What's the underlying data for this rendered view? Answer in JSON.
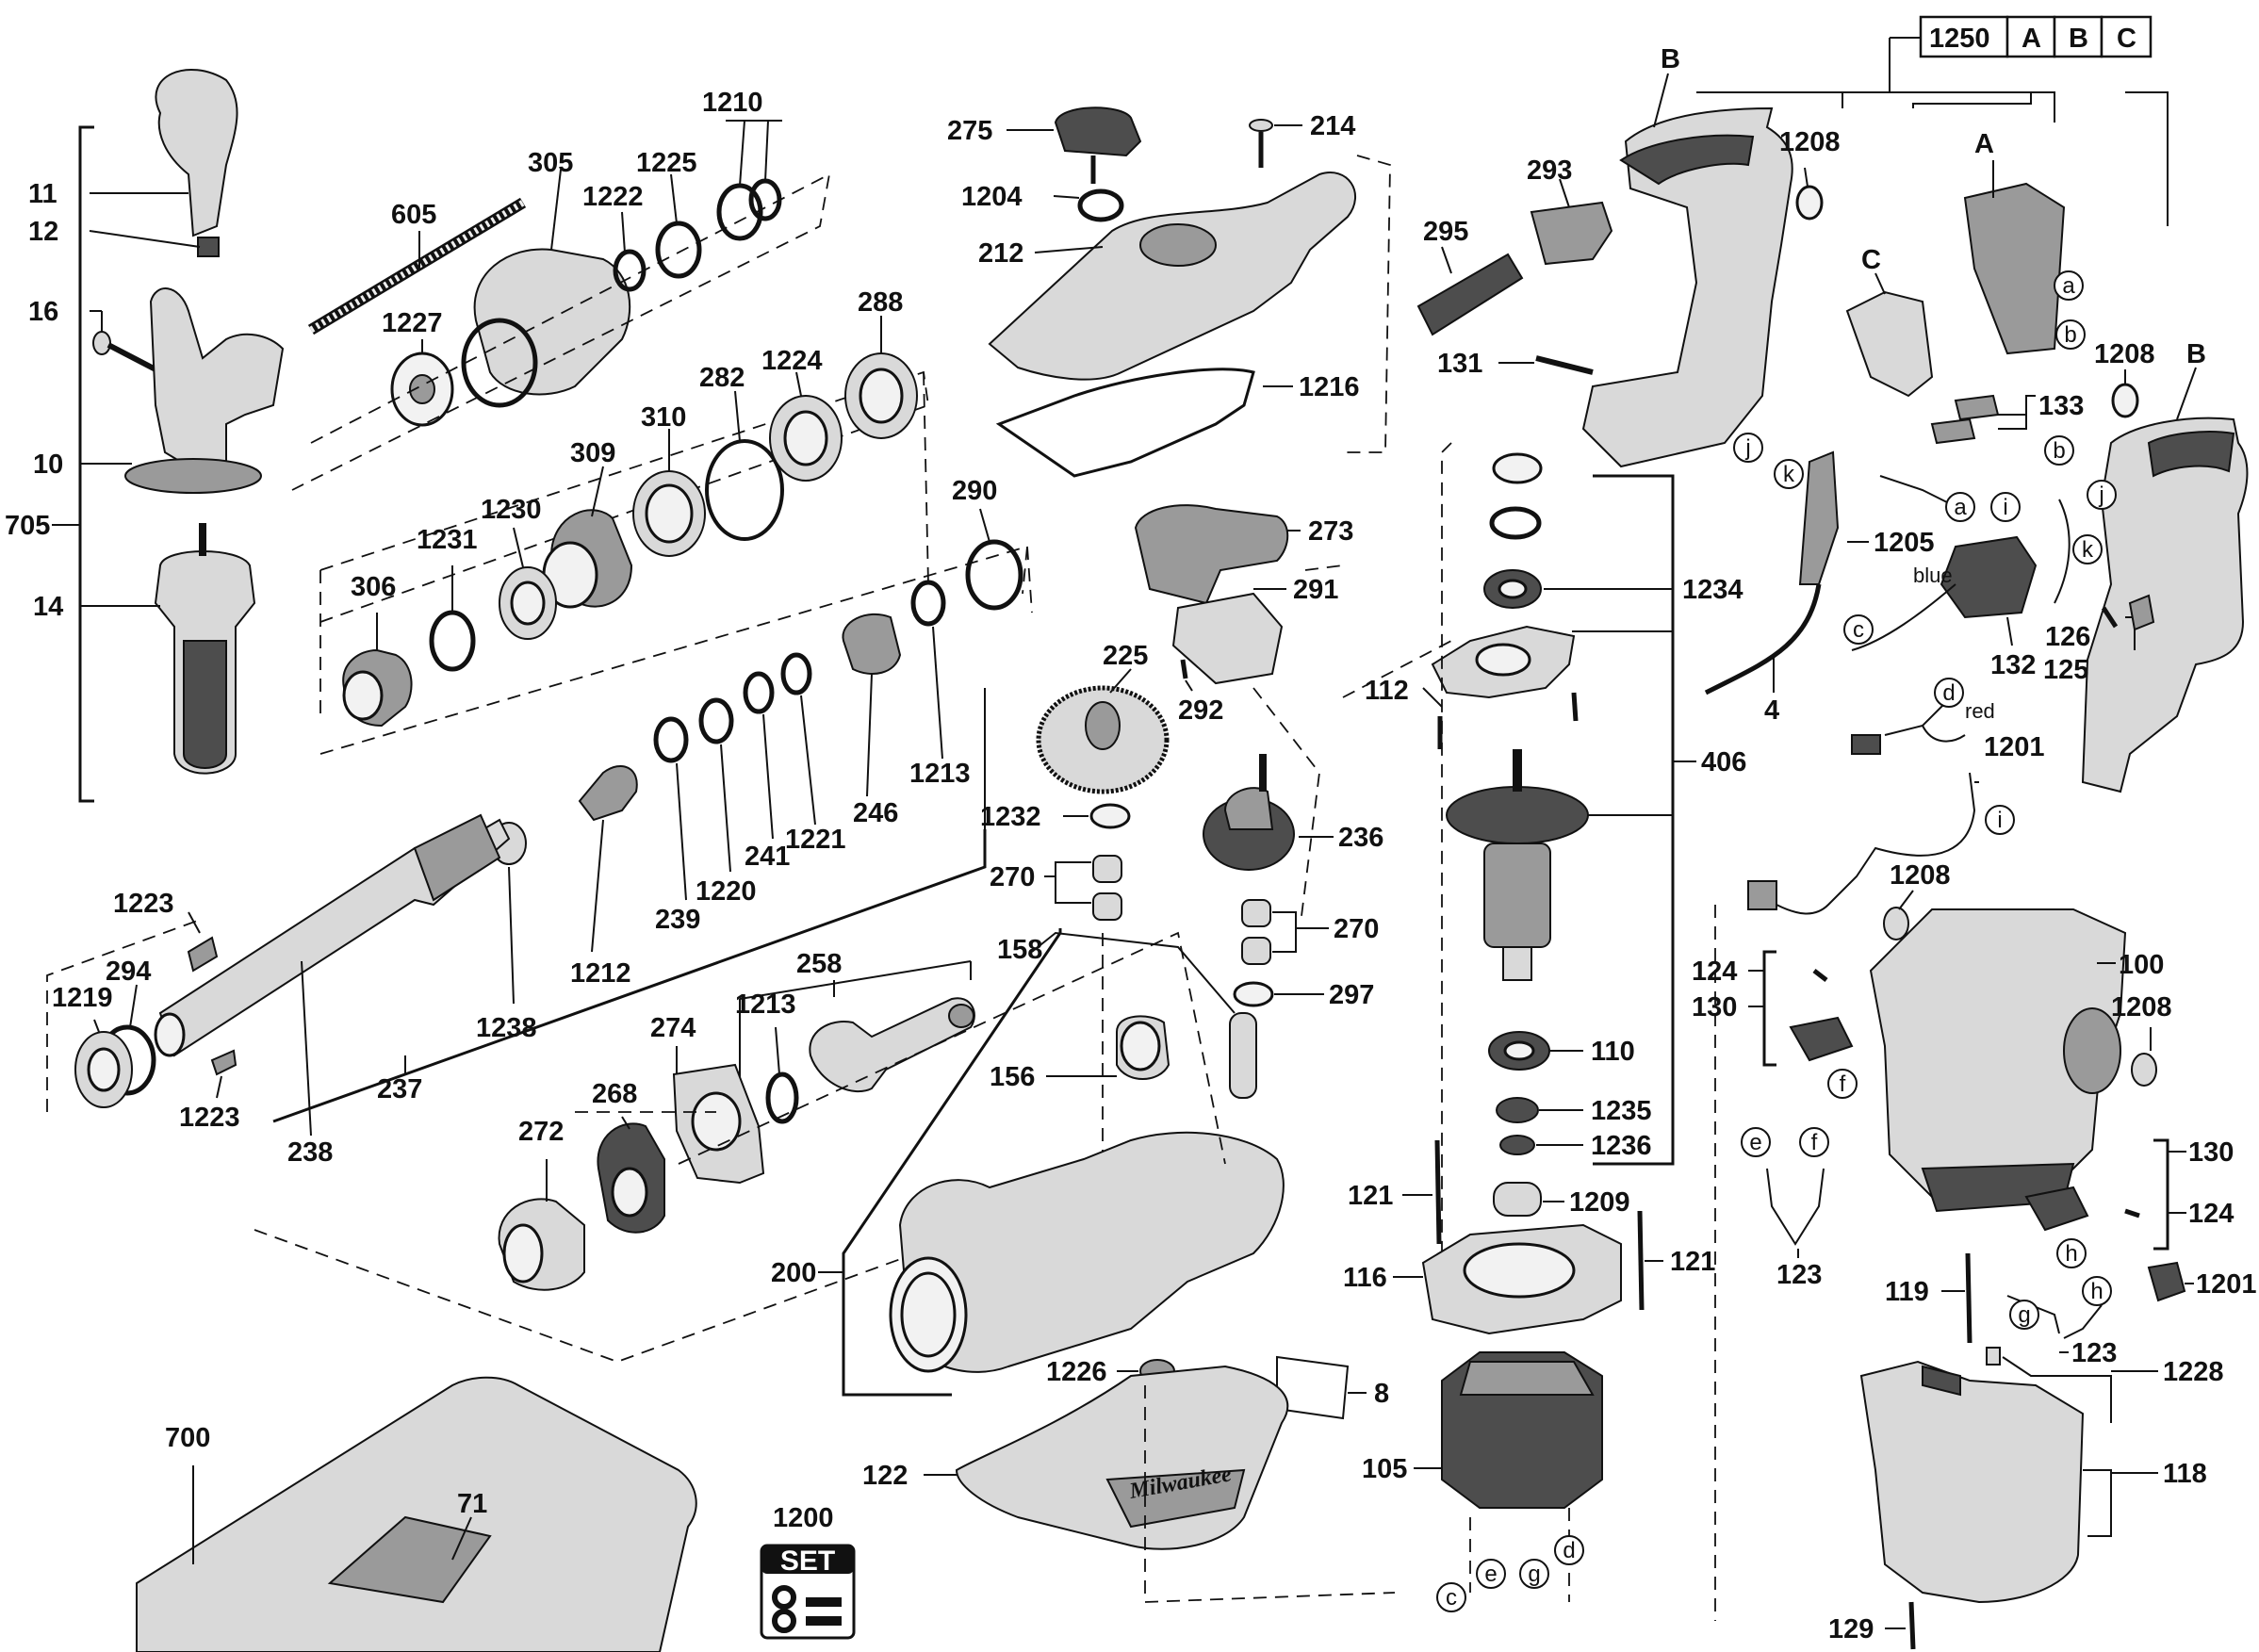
{
  "callouts": {
    "c11": "11",
    "c12": "12",
    "c16": "16",
    "c10": "10",
    "c705": "705",
    "c14": "14",
    "c605": "605",
    "c305": "305",
    "c1222": "1222",
    "c1225": "1225",
    "c1210": "1210",
    "c1227": "1227",
    "c288": "288",
    "c282": "282",
    "c1224": "1224",
    "c310": "310",
    "c309": "309",
    "c1230": "1230",
    "c1231": "1231",
    "c306": "306",
    "c290": "290",
    "c1213a": "1213",
    "c246": "246",
    "c1221": "1221",
    "c241": "241",
    "c1220": "1220",
    "c239": "239",
    "c1212": "1212",
    "c1238": "1238",
    "c237": "237",
    "c238": "238",
    "c1223a": "1223",
    "c1223b": "1223",
    "c294": "294",
    "c1219": "1219",
    "c258": "258",
    "c1213b": "1213",
    "c274": "274",
    "c268": "268",
    "c272": "272",
    "c275": "275",
    "c214": "214",
    "c1204": "1204",
    "c212": "212",
    "c1216": "1216",
    "c273": "273",
    "c291": "291",
    "c225": "225",
    "c292": "292",
    "c236": "236",
    "c1232": "1232",
    "c270a": "270",
    "c270b": "270",
    "c158": "158",
    "c297": "297",
    "c156": "156",
    "c200": "200",
    "c1226": "1226",
    "c8": "8",
    "c122": "122",
    "c293": "293",
    "c295": "295",
    "c131": "131",
    "c1208a": "1208",
    "c1208b": "1208",
    "c1208c": "1208",
    "c1208d": "1208",
    "c133": "133",
    "c1205": "1205",
    "c4": "4",
    "c1234": "1234",
    "c112": "112",
    "c406": "406",
    "c132": "132",
    "c126": "126",
    "c125": "125",
    "c1201a": "1201",
    "c1201b": "1201",
    "c110": "110",
    "c1235": "1235",
    "c1236": "1236",
    "c1209": "1209",
    "c121a": "121",
    "c121b": "121",
    "c116": "116",
    "c105": "105",
    "c124a": "124",
    "c124b": "124",
    "c130a": "130",
    "c130b": "130",
    "c100": "100",
    "c123a": "123",
    "c123b": "123",
    "c119": "119",
    "c1228": "1228",
    "c118": "118",
    "c129": "129",
    "c700": "700",
    "c71": "71",
    "c1200": "1200"
  },
  "letters": {
    "B1": "B",
    "B2": "B",
    "A": "A",
    "C": "C",
    "a1": "a",
    "a2": "a",
    "b1": "b",
    "b2": "b",
    "c1": "c",
    "c2": "c",
    "d1": "d",
    "d2": "d",
    "e1": "e",
    "e2": "e",
    "f1": "f",
    "f2": "f",
    "g1": "g",
    "g2": "g",
    "h1": "h",
    "h2": "h",
    "i1": "i",
    "i2": "i",
    "j1": "j",
    "j2": "j",
    "k1": "k",
    "k2": "k"
  },
  "header_box": {
    "num": "1250",
    "a": "A",
    "b": "B",
    "c": "C"
  },
  "wire_labels": {
    "blue": "blue",
    "red": "red"
  },
  "set_badge": {
    "label": "SET"
  },
  "brand_marks": {
    "body_brand": "Milwaukee"
  }
}
